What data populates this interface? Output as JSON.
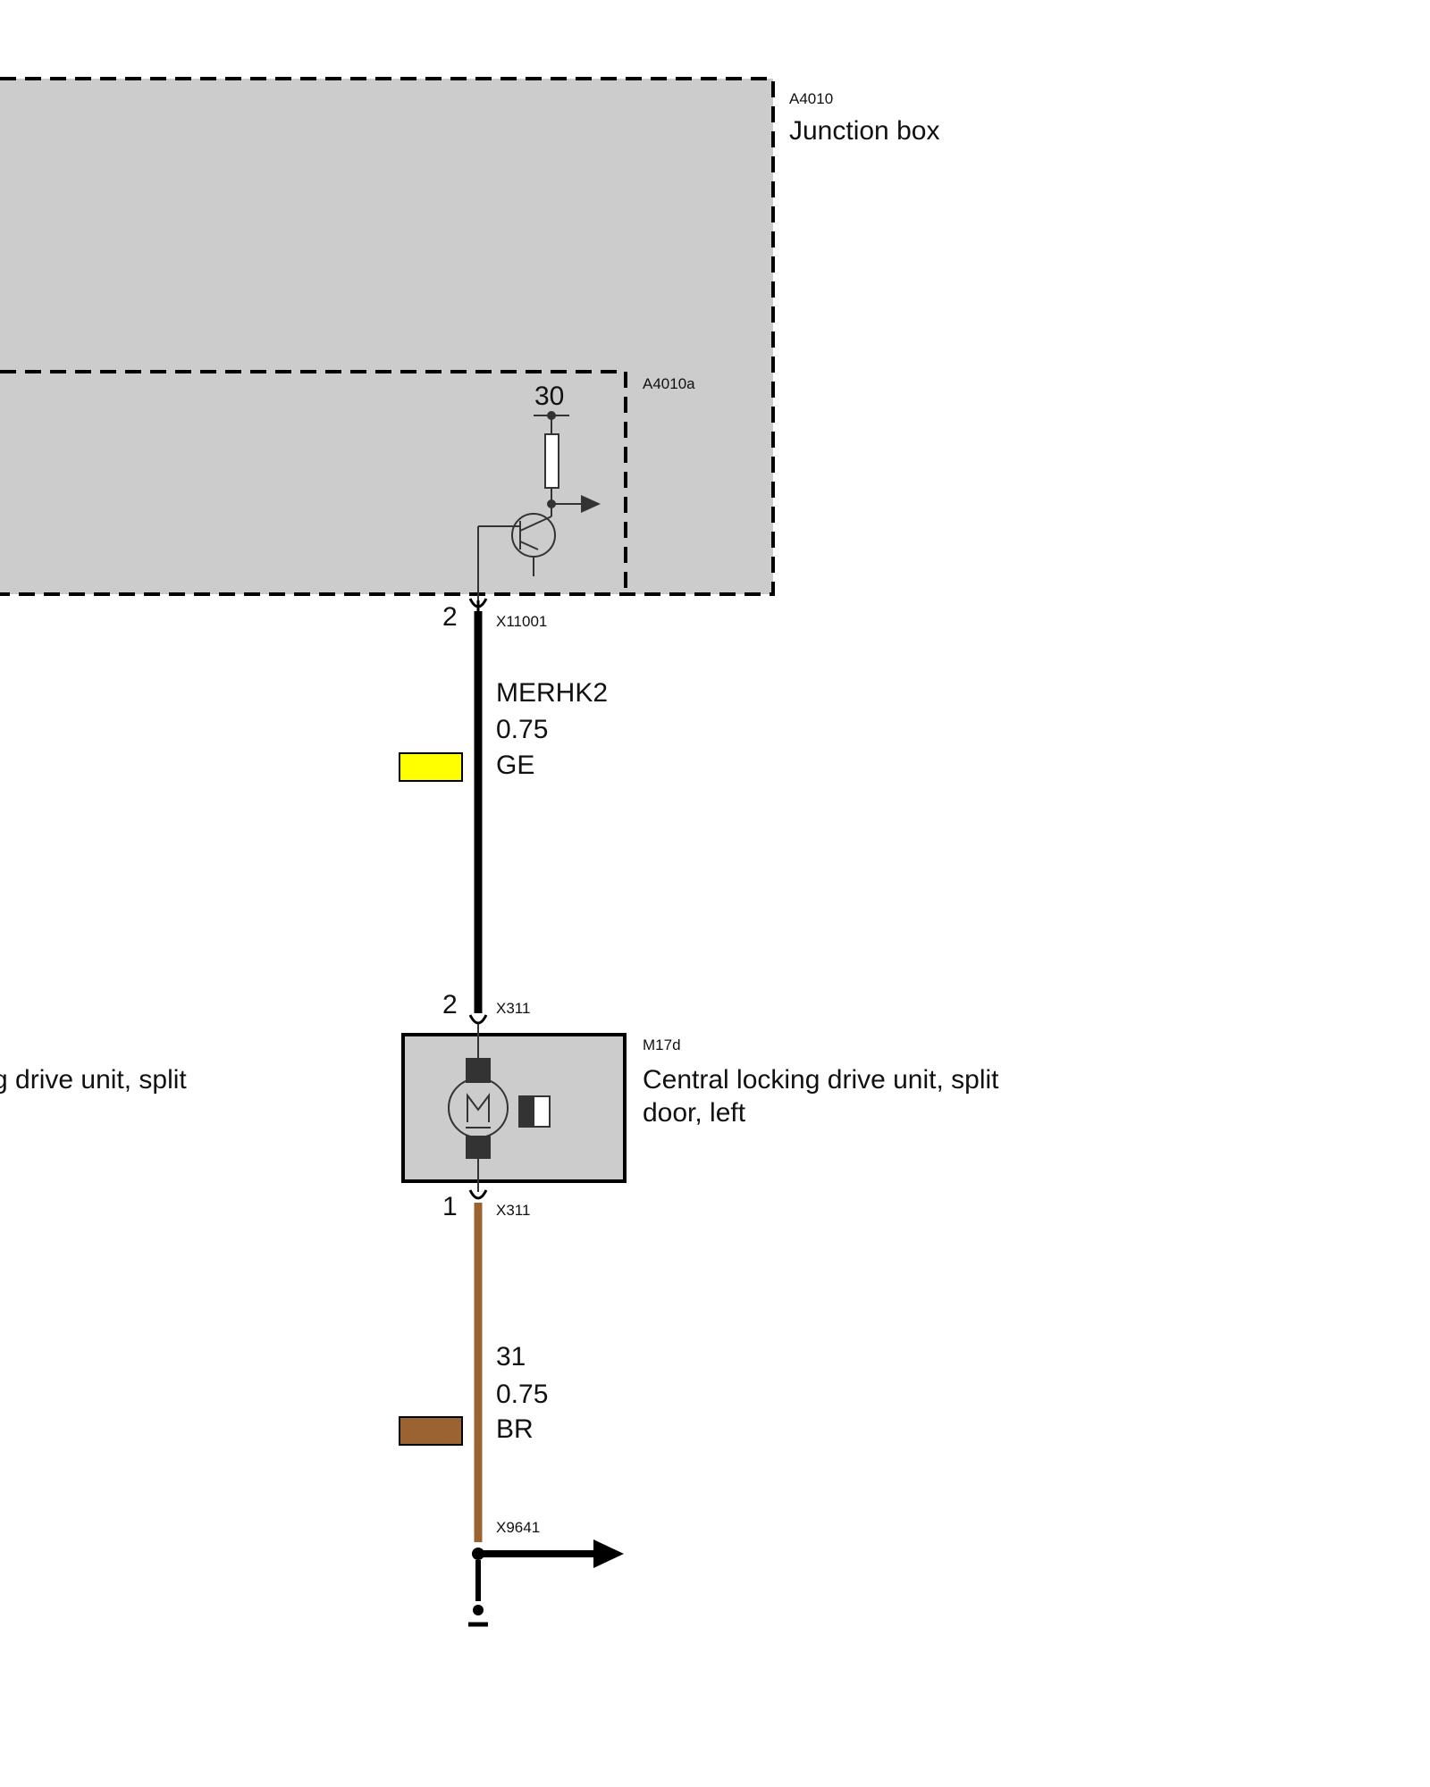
{
  "junction_box": {
    "code": "A4010",
    "name": "Junction box"
  },
  "submodule": {
    "code": "A4010a",
    "supply_terminal": "30"
  },
  "connector_top": {
    "pin": "2",
    "code": "X11001"
  },
  "wire_signal": {
    "name": "MERHK2",
    "gauge": "0.75",
    "color_code": "GE",
    "color": "#ffff00"
  },
  "connector_motor_in": {
    "pin": "2",
    "code": "X311"
  },
  "motor": {
    "code": "M17d",
    "name_line1": "Central locking drive unit, split",
    "name_line2": "door, left"
  },
  "neighbor_label": "g drive unit, split",
  "connector_motor_out": {
    "pin": "1",
    "code": "X311"
  },
  "wire_ground": {
    "name": "31",
    "gauge": "0.75",
    "color_code": "BR",
    "color": "#9a6331"
  },
  "ground_point": {
    "code": "X9641"
  },
  "colors": {
    "module_fill": "#cccccc",
    "wire_dark": "#000000",
    "symbol": "#333333"
  }
}
